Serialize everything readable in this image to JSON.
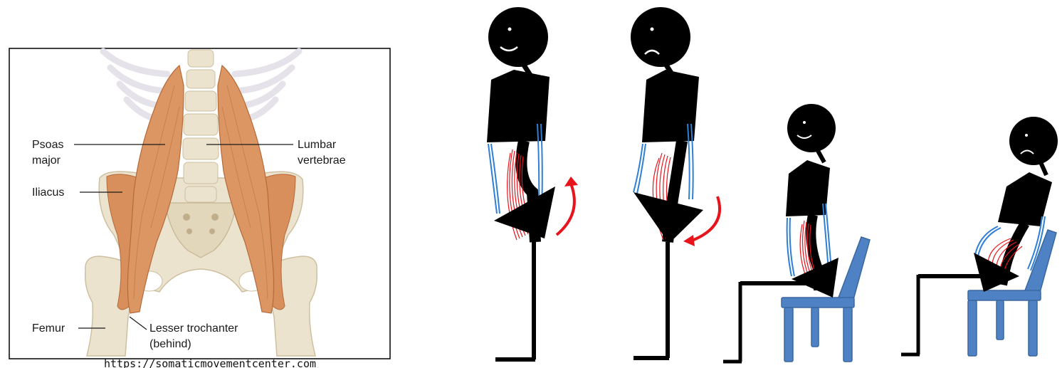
{
  "anatomy": {
    "labels": {
      "psoas_major_1": "Psoas",
      "psoas_major_2": "major",
      "lumbar_vertebrae_1": "Lumbar",
      "lumbar_vertebrae_2": "vertebrae",
      "iliacus": "Iliacus",
      "femur": "Femur",
      "lesser_trochanter_1": "Lesser trochanter",
      "lesser_trochanter_2": "(behind)"
    },
    "source_url": "https://somaticmovementcenter.com"
  },
  "figures": [
    {
      "id": "standing-neutral",
      "expression": "smile",
      "pelvis_rotation": "counterclockwise"
    },
    {
      "id": "standing-tilted",
      "expression": "frown",
      "pelvis_rotation": "clockwise"
    },
    {
      "id": "seated-neutral",
      "expression": "smile"
    },
    {
      "id": "seated-slumped",
      "expression": "frown"
    }
  ],
  "colors": {
    "figure": "#000000",
    "psoas_fibers": "#e8141c",
    "back_lines": "#2f7fd6",
    "arrow": "#e8141c",
    "chair": "#4f82c4",
    "chair_edge": "#3a679f",
    "muscle": "#d98f5c",
    "bone": "#ece3cf"
  }
}
